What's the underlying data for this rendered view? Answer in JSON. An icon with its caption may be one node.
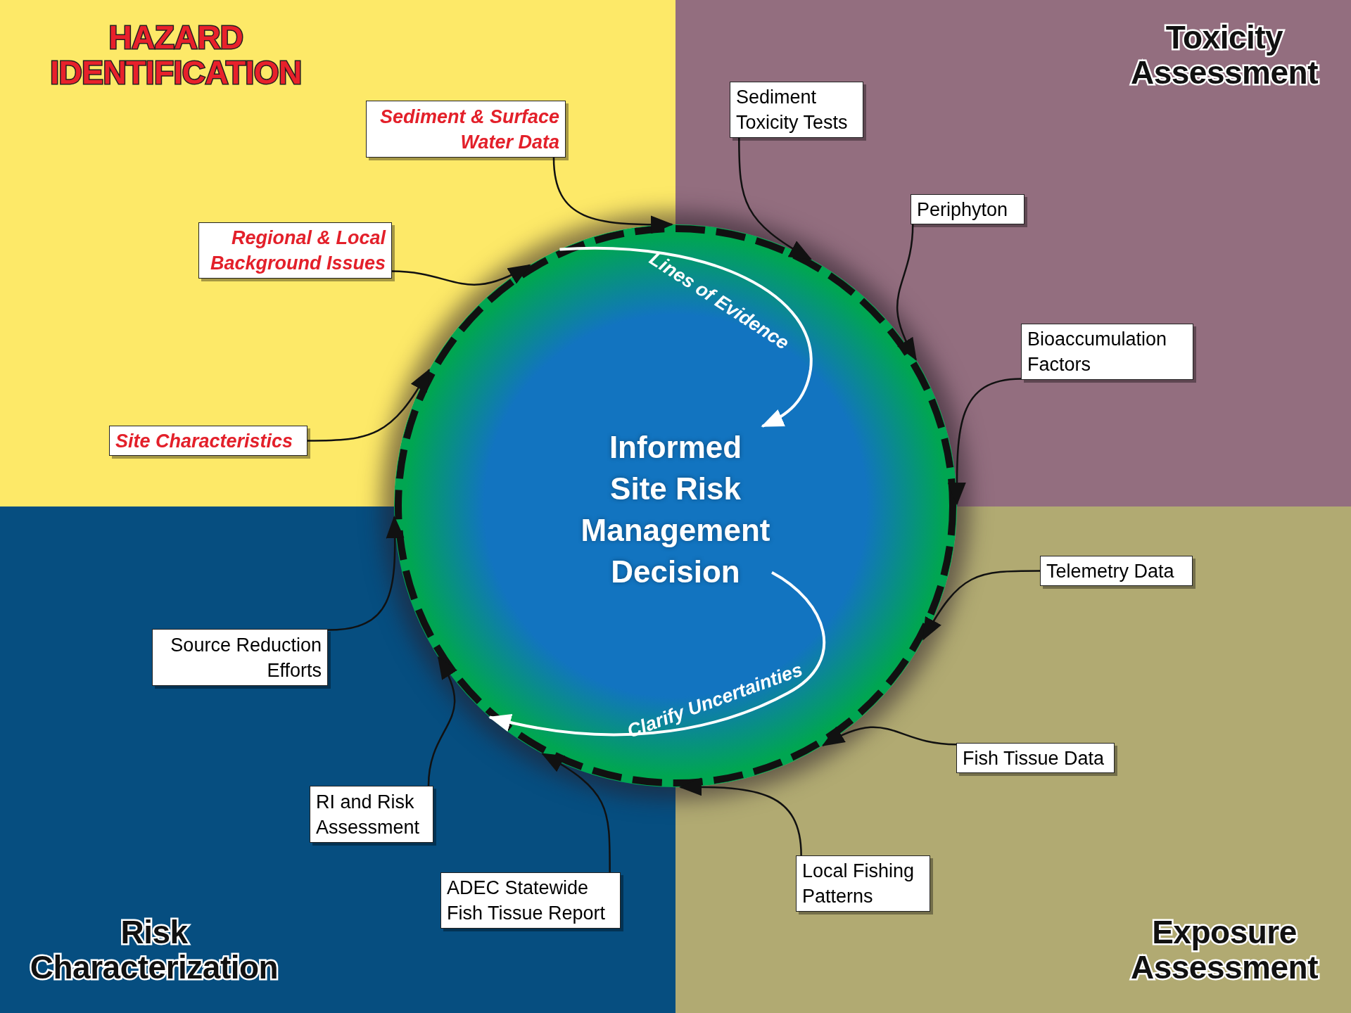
{
  "diagram": {
    "nodes": [
      {
        "text": [
          "HAZARD IDENTIFICATION"
        ]
      },
      {
        "text": [
          "Toxicity Assessment"
        ]
      },
      {
        "text": [
          "Risk Characterization"
        ]
      },
      {
        "text": [
          "Exposure Assessment"
        ]
      },
      {
        "text": [],
        "shape": "circle"
      },
      {
        "text": [
          "Informed Site Risk Management Decision"
        ],
        "in": 4
      },
      {
        "text": [
          "Sediment & Surface Water Data"
        ],
        "in": 0
      },
      {
        "text": [
          "Regional & Local Background Issues"
        ],
        "in": 0
      },
      {
        "text": [
          "Site Characteristics"
        ],
        "in": 0
      },
      {
        "text": [
          "Sediment Toxicity Tests"
        ],
        "in": 1
      },
      {
        "text": [
          "Periphyton"
        ],
        "in": 1
      },
      {
        "text": [
          "Bioaccumulation Factors"
        ],
        "in": 1
      },
      {
        "text": [
          "Telemetry Data"
        ],
        "in": 3
      },
      {
        "text": [
          "Fish Tissue Data"
        ],
        "in": 3
      },
      {
        "text": [
          "Local Fishing Patterns"
        ],
        "in": 3
      },
      {
        "text": [
          "ADEC Statewide Fish Tissue Report"
        ],
        "in": 2
      },
      {
        "text": [
          "RI and Risk Assessment"
        ],
        "in": 2
      },
      {
        "text": [
          "Source Reduction Efforts"
        ],
        "in": 2
      }
    ],
    "edges": [
      {
        "from": 6,
        "to": 4,
        "arrow": "to"
      },
      {
        "from": 7,
        "to": 4,
        "arrow": "to"
      },
      {
        "from": 8,
        "to": 4,
        "arrow": "to"
      },
      {
        "from": 9,
        "to": 4,
        "arrow": "to"
      },
      {
        "from": 10,
        "to": 4,
        "arrow": "to"
      },
      {
        "from": 11,
        "to": 4,
        "arrow": "to"
      },
      {
        "from": 12,
        "to": 4,
        "arrow": "to"
      },
      {
        "from": 13,
        "to": 4,
        "arrow": "to"
      },
      {
        "from": 14,
        "to": 4,
        "arrow": "to"
      },
      {
        "from": 15,
        "to": 4,
        "arrow": "to"
      },
      {
        "from": 16,
        "to": 4,
        "arrow": "to"
      },
      {
        "from": 17,
        "to": 4,
        "arrow": "to"
      },
      {
        "from": 4,
        "to": 5,
        "arrow": "to",
        "label": "Lines of Evidence",
        "color": "#ffffff"
      },
      {
        "from": 5,
        "to": 4,
        "arrow": "to",
        "label": "Clarify Uncertainties",
        "color": "#ffffff"
      }
    ]
  }
}
